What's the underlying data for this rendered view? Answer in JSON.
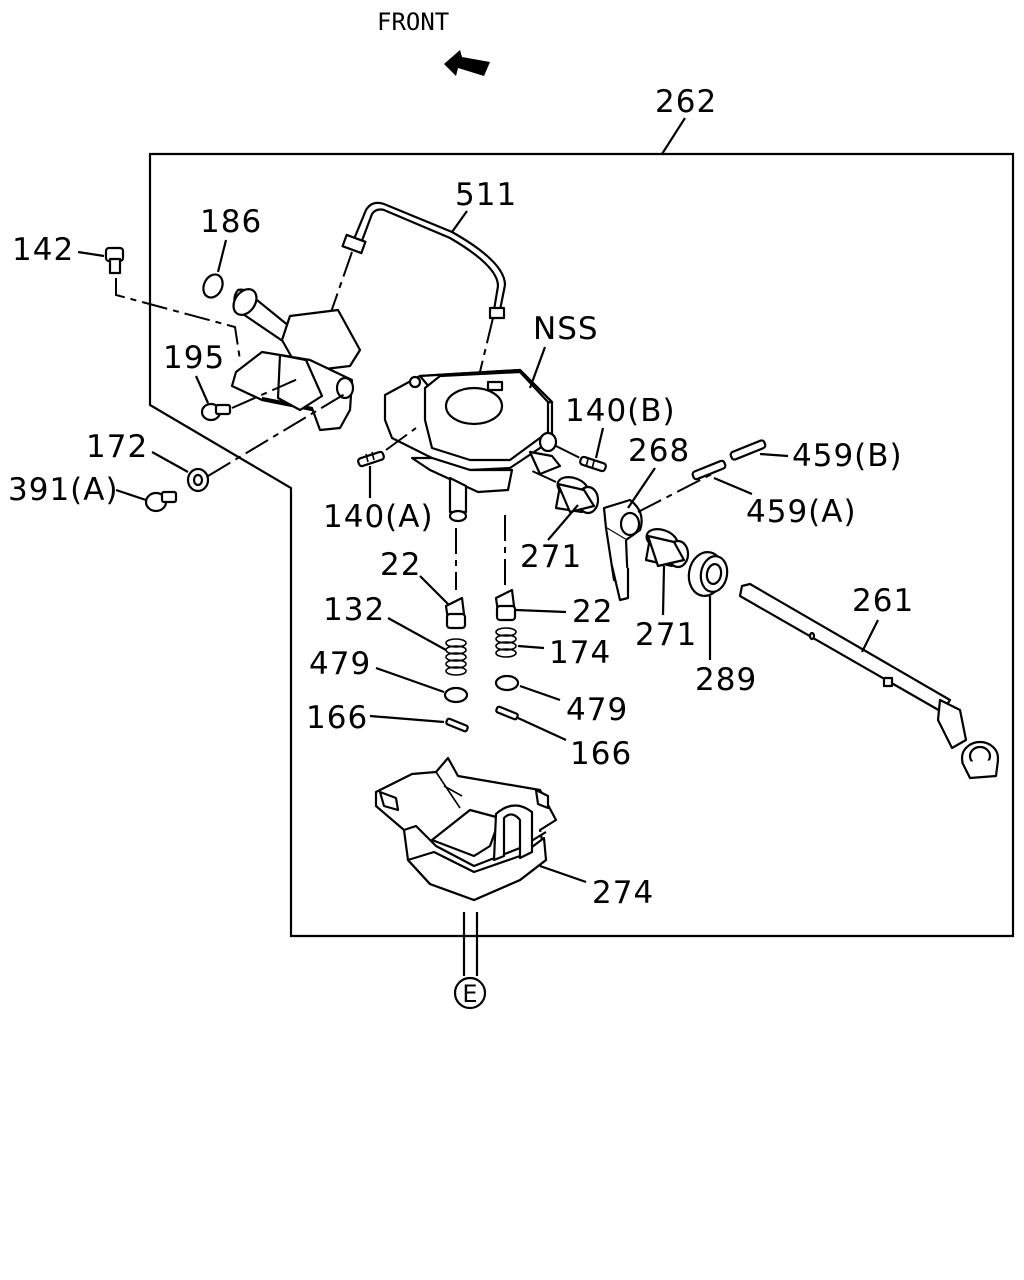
{
  "header": {
    "direction_label": "FRONT"
  },
  "assembly": {
    "number": "262"
  },
  "callouts": {
    "c142": "142",
    "c186": "186",
    "c511": "511",
    "c195": "195",
    "cNSS": "NSS",
    "c172": "172",
    "c391a": "391(A)",
    "c140b": "140(B)",
    "c268": "268",
    "c459b": "459(B)",
    "c459a": "459(A)",
    "c140a": "140(A)",
    "c271a": "271",
    "c22a": "22",
    "c22b": "22",
    "c132": "132",
    "c174": "174",
    "c271b": "271",
    "c261": "261",
    "c479a": "479",
    "c479b": "479",
    "c289": "289",
    "c166a": "166",
    "c166b": "166",
    "c274": "274"
  },
  "reference": {
    "circle_label": "E"
  }
}
